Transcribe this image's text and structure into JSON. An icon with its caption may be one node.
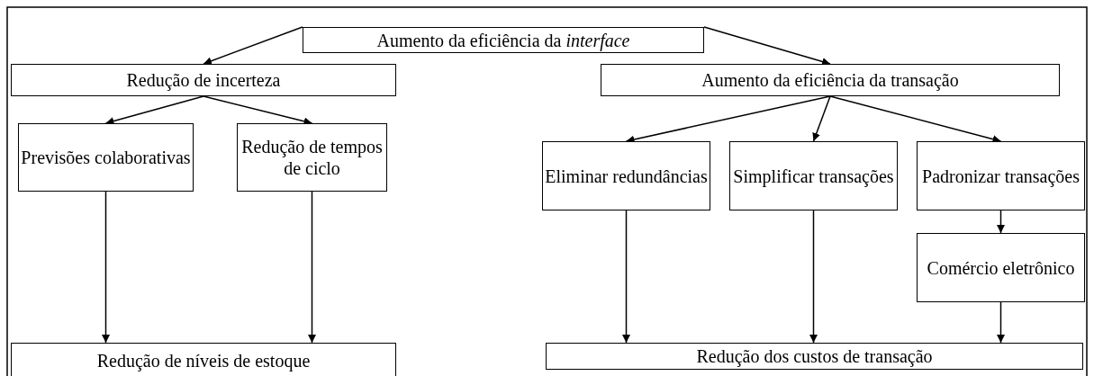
{
  "diagram": {
    "nodes": [
      {
        "text": [
          "Aumento da eficiência da *interface*"
        ]
      },
      {
        "text": [
          "Redução de incerteza"
        ]
      },
      {
        "text": [
          "Aumento da eficiência da transação"
        ]
      },
      {
        "text": [
          "Previsões colaborativas"
        ]
      },
      {
        "text": [
          "Redução de tempos de ciclo"
        ]
      },
      {
        "text": [
          "Eliminar redundâncias"
        ]
      },
      {
        "text": [
          "Simplificar transações"
        ]
      },
      {
        "text": [
          "Padronizar transações"
        ]
      },
      {
        "text": [
          "Comércio eletrônico"
        ]
      },
      {
        "text": [
          "Redução de níveis de estoque"
        ]
      },
      {
        "text": [
          "Redução dos custos de transação"
        ]
      }
    ],
    "edges": [
      {
        "from": 0,
        "to": 1,
        "arrow": "to"
      },
      {
        "from": 0,
        "to": 2,
        "arrow": "to"
      },
      {
        "from": 1,
        "to": 3,
        "arrow": "to"
      },
      {
        "from": 1,
        "to": 4,
        "arrow": "to"
      },
      {
        "from": 2,
        "to": 5,
        "arrow": "to"
      },
      {
        "from": 2,
        "to": 6,
        "arrow": "to"
      },
      {
        "from": 2,
        "to": 7,
        "arrow": "to"
      },
      {
        "from": 7,
        "to": 8,
        "arrow": "to"
      },
      {
        "from": 3,
        "to": 9,
        "arrow": "to"
      },
      {
        "from": 4,
        "to": 9,
        "arrow": "to"
      },
      {
        "from": 5,
        "to": 10,
        "arrow": "to"
      },
      {
        "from": 6,
        "to": 10,
        "arrow": "to"
      },
      {
        "from": 8,
        "to": 10,
        "arrow": "to"
      }
    ]
  }
}
